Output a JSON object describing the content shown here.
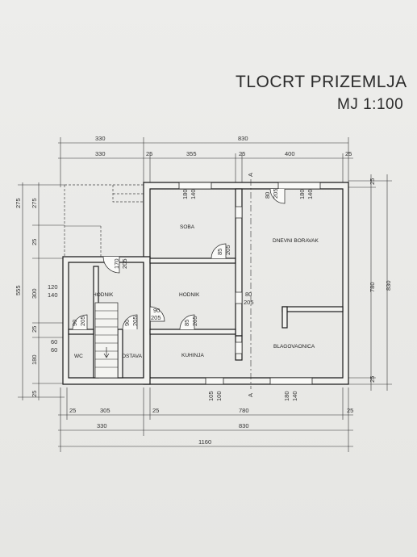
{
  "title": "TLOCRT PRIZEMLJA",
  "scale": "MJ 1:100",
  "section": {
    "top": "A",
    "bottom": "A"
  },
  "rooms": {
    "soba": "SOBA",
    "dnevni_boravak": "DNEVNI BORAVAK",
    "hodnik_main": "HODNIK",
    "hodnik_entry": "HODNIK",
    "kuhinja": "KUHINJA",
    "blagovaonica": "BLAGOVAONICA",
    "wc": "WC",
    "ostava": "OSTAVA"
  },
  "dims": {
    "top_row1": [
      "330",
      "830"
    ],
    "top_row2": [
      "330",
      "25",
      "355",
      "25",
      "400",
      "25"
    ],
    "bottom_row1": [
      "25",
      "305",
      "25",
      "780",
      "25"
    ],
    "bottom_row2": [
      "330",
      "830"
    ],
    "bottom_total": "1160",
    "left_outer": "555",
    "left_col1": [
      "275"
    ],
    "left_col2": [
      "275",
      "25",
      "300",
      "25",
      "180",
      "25"
    ],
    "left_notes": [
      "120",
      "140",
      "60",
      "60"
    ],
    "right_col1": [
      "25",
      "780",
      "25"
    ],
    "right_total": "830"
  },
  "openings": {
    "soba_window": [
      "180",
      "140"
    ],
    "boravak_door": [
      "80",
      "205"
    ],
    "boravak_window": [
      "180",
      "140"
    ],
    "soba_door": [
      "85",
      "205"
    ],
    "entry_door": [
      "170",
      "205"
    ],
    "hall_boravak": [
      "80",
      "205"
    ],
    "hodnik_door": [
      "90",
      "205"
    ],
    "kuhinja_door": [
      "85",
      "205"
    ],
    "wc_door": [
      "90",
      "205"
    ],
    "ostava_door": [
      "90",
      "205"
    ],
    "kuhinja_window": [
      "105",
      "100"
    ],
    "blagovaonica_window": [
      "180",
      "140"
    ]
  }
}
